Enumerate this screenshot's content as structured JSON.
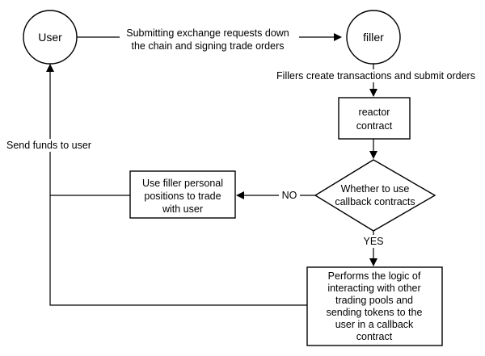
{
  "nodes": {
    "user": "User",
    "filler": "filler",
    "reactor": [
      "reactor",
      "contract"
    ],
    "decision": [
      "Whether to use",
      "callback contracts"
    ],
    "filler_positions": [
      "Use filler personal",
      "positions to trade",
      "with user"
    ],
    "callback_logic": [
      "Performs the logic of",
      "interacting with other",
      "trading pools and",
      "sending tokens to the",
      "user in a callback",
      "contract"
    ]
  },
  "edges": {
    "submit_requests": [
      "Submitting exchange requests down",
      "the chain and signing trade orders"
    ],
    "fillers_create": "Fillers create transactions and submit orders",
    "send_funds": "Send funds to user",
    "no": "NO",
    "yes": "YES"
  }
}
